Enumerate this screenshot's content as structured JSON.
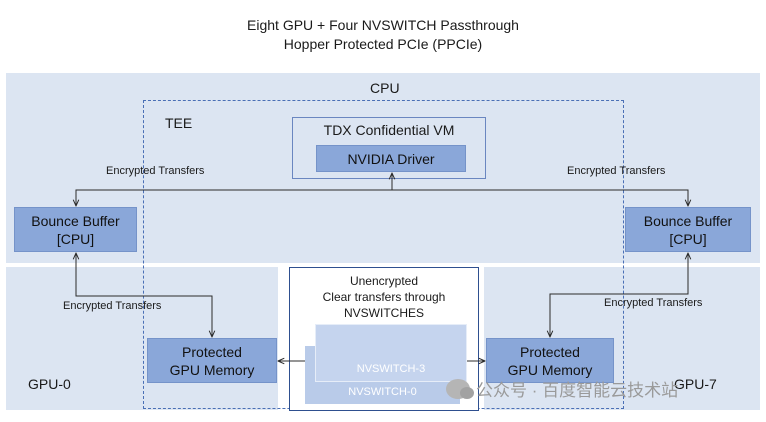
{
  "title": {
    "line1": "Eight GPU + Four NVSWITCH Passthrough",
    "line2": "Hopper Protected PCIe (PPCIe)"
  },
  "regions": {
    "cpu": "CPU",
    "tee": "TEE",
    "gpu0": "GPU-0",
    "gpu7": "GPU-7"
  },
  "vm": {
    "title": "TDX Confidential VM",
    "driver": "NVIDIA Driver"
  },
  "bounce_left": {
    "line1": "Bounce Buffer",
    "line2": "[CPU]"
  },
  "bounce_right": {
    "line1": "Bounce Buffer",
    "line2": "[CPU]"
  },
  "gpu_mem_left": {
    "line1": "Protected",
    "line2": "GPU Memory"
  },
  "gpu_mem_right": {
    "line1": "Protected",
    "line2": "GPU Memory"
  },
  "labels": {
    "enc_top_left": "Encrypted Transfers",
    "enc_top_right": "Encrypted Transfers",
    "enc_bottom_left": "Encrypted Transfers",
    "enc_bottom_right": "Encrypted Transfers"
  },
  "unencrypted": {
    "line1": "Unencrypted",
    "line2": "Clear transfers through",
    "line3": "NVSWITCHES"
  },
  "switches": {
    "back": "NVSWITCH-0",
    "front": "NVSWITCH-3"
  },
  "watermark": "公众号 · 百度智能云技术站",
  "colors": {
    "region": "#dce5f2",
    "box": "#8aa7d9",
    "line": "#2b2b2b",
    "tee_border": "#4a6fb5"
  }
}
